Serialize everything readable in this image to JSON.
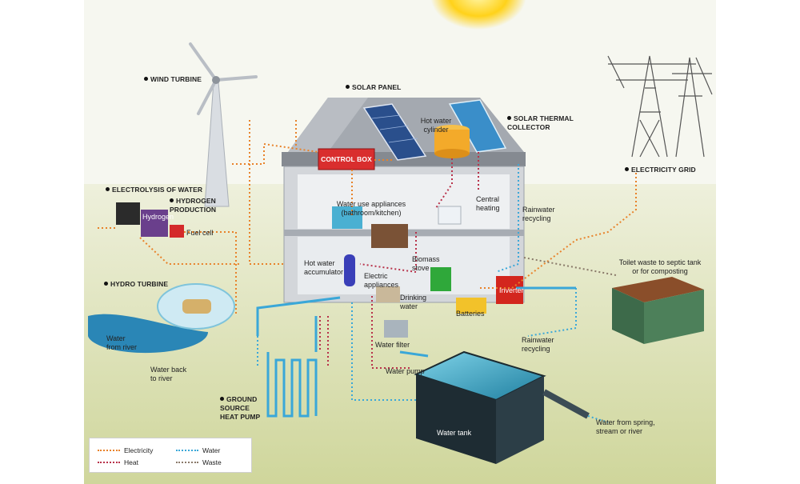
{
  "title": "",
  "colors": {
    "electricity": "#e8822a",
    "heat": "#b8324a",
    "water": "#3aa7d8",
    "waste": "#8a7a6a",
    "ground": "#d6dcb0",
    "sky": "#f5f6ee",
    "house_wall": "#c9ccd1",
    "roof": "#9aa0a8",
    "sun": "#ffd21a"
  },
  "labels": {
    "wind_turbine": "WIND TURBINE",
    "solar_panel": "SOLAR PANEL",
    "hot_water_cylinder": "Hot water\ncylinder",
    "solar_thermal_collector": "SOLAR THERMAL\nCOLLECTOR",
    "electricity_grid": "ELECTRICITY GRID",
    "control_box": "CONTROL BOX",
    "electrolysis": "ELECTROLYSIS OF WATER",
    "hydrogen_production": "HYDROGEN\nPRODUCTION",
    "hydrogen": "Hydrogen",
    "fuel_cell": "Fuel cell",
    "water_use_appliances": "Water use appliances\n(bathroom/kitchen)",
    "central_heating": "Central\nheating",
    "rainwater_recycling_top": "Rainwater\nrecycling",
    "hot_water_accumulator": "Hot water\naccumulator",
    "biomass_stove": "Biomass\nstove",
    "electric_appliances": "Electric\nappliances",
    "drinking_water": "Drinking\nwater",
    "inverter": "Inverter",
    "batteries": "Batteries",
    "toilet_waste": "Toilet waste to septic tank\nor for composting",
    "hydro_turbine": "HYDRO TURBINE",
    "water_from_river": "Water\nfrom river",
    "water_back_to_river": "Water back\nto river",
    "water_filter": "Water filter",
    "rainwater_recycling_bottom": "Rainwater\nrecycling",
    "water_pump": "Water pump",
    "ground_source_heat_pump": "GROUND\nSOURCE\nHEAT PUMP",
    "water_tank": "Water tank",
    "water_from_spring": "Water from spring,\nstream or river"
  },
  "legend": {
    "electricity": "Electricity",
    "heat": "Heat",
    "water": "Water",
    "waste": "Waste"
  }
}
